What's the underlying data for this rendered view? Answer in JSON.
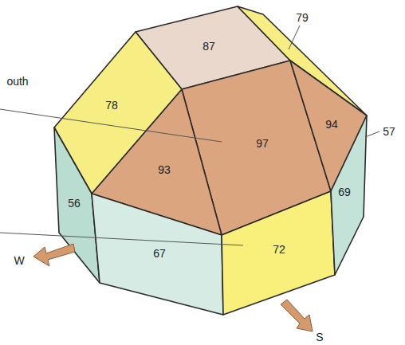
{
  "diagram": {
    "labels": [
      "outh",
      "87",
      "79",
      "78",
      "97",
      "94",
      "57",
      "93",
      "56",
      "69",
      "67",
      "72",
      "W",
      "S"
    ]
  }
}
